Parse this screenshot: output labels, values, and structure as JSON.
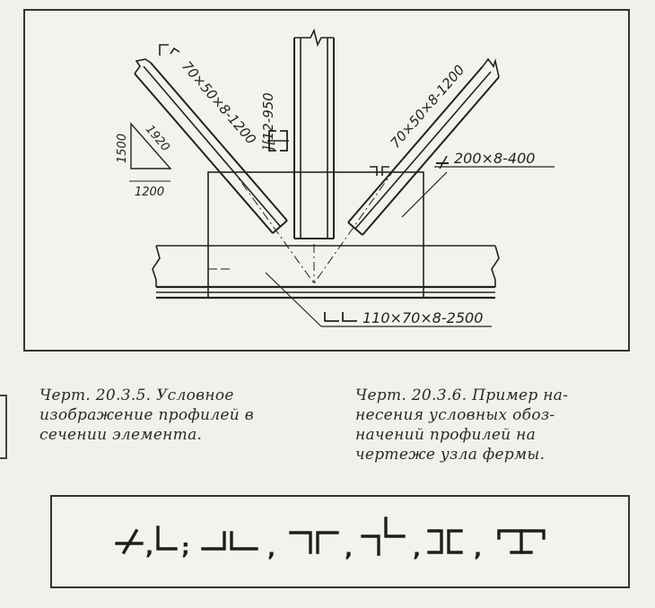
{
  "drawing": {
    "labels": {
      "vertical_member": "][12-950",
      "left_diagonal": "70×50×8-1200",
      "right_diagonal": "70×50×8-1200",
      "gusset_plate": "200×8-400",
      "chord": "110×70×8-2500",
      "slope_vertical": "1500",
      "slope_hypotenuse": "1920",
      "slope_horizontal": "1200"
    }
  },
  "captions": {
    "left": [
      "Черт.  20.3.5.  Условное",
      "изображение профилей в",
      "сечении элемента."
    ],
    "right": [
      "Черт. 20.3.6. Пример на-",
      "несения  условных  обоз-",
      "начений   профилей   на",
      "чертеже  узла  фермы."
    ]
  },
  "symbols": {
    "separators": [
      ",",
      ";",
      ",",
      ",",
      ",",
      ","
    ]
  }
}
